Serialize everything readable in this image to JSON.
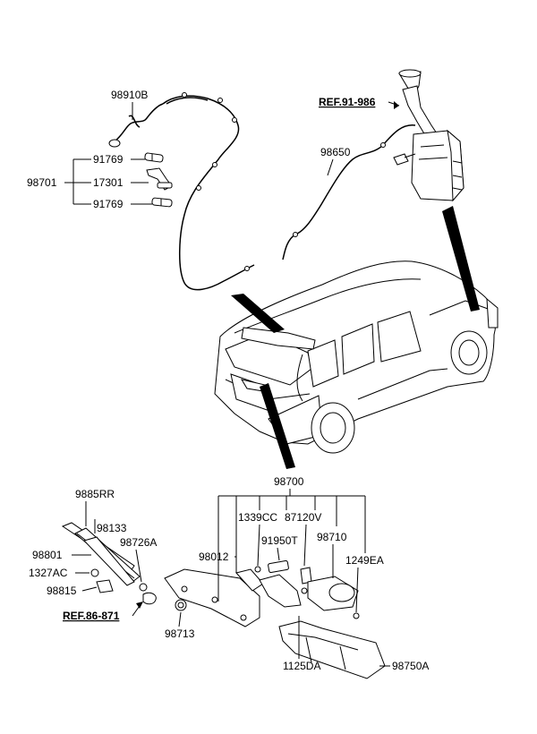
{
  "refs": {
    "ref_top": "REF.91-986",
    "ref_bottom": "REF.86-871"
  },
  "labels": {
    "p98910B": "98910B",
    "p91769a": "91769",
    "p98701": "98701",
    "p17301": "17301",
    "p91769b": "91769",
    "p98650": "98650",
    "p98700": "98700",
    "p9885RR": "9885RR",
    "p98133": "98133",
    "p98801": "98801",
    "p98726A": "98726A",
    "p1327AC": "1327AC",
    "p98815": "98815",
    "p98012": "98012",
    "p1339CC": "1339CC",
    "p87120V": "87120V",
    "p91950T": "91950T",
    "p98710": "98710",
    "p1249EA": "1249EA",
    "p98713": "98713",
    "p1125DA": "1125DA",
    "p98750A": "98750A"
  }
}
